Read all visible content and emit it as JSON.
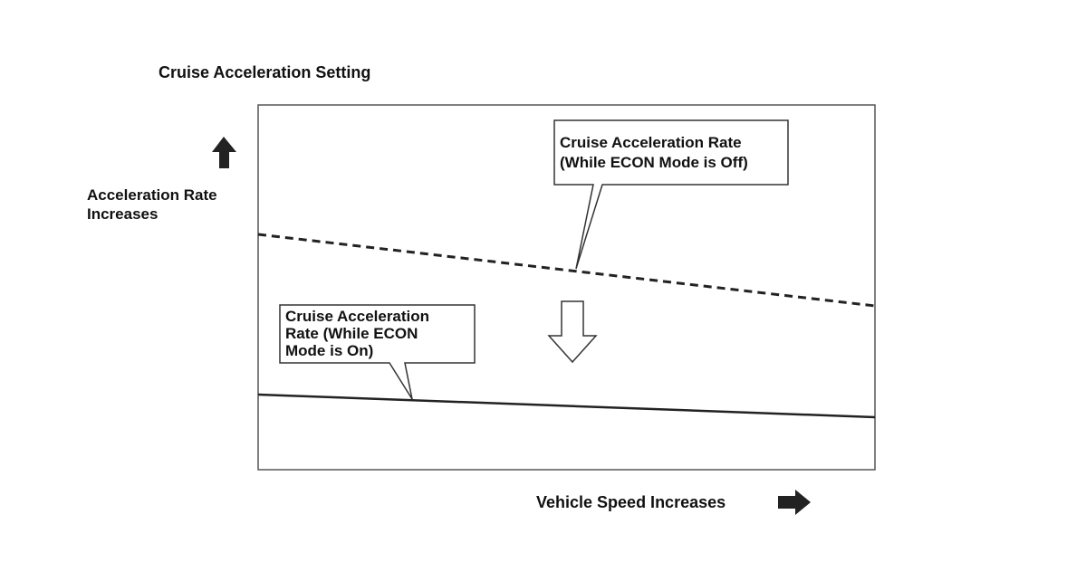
{
  "title": "Cruise Acceleration Setting",
  "y_axis_label": [
    "Acceleration Rate",
    "Increases"
  ],
  "x_axis_label": "Vehicle Speed Increases",
  "callouts": {
    "econ_off": [
      "Cruise Acceleration Rate",
      "(While ECON Mode is Off)"
    ],
    "econ_on": [
      "Cruise Acceleration",
      "Rate (While ECON",
      "Mode is On)"
    ]
  },
  "colors": {
    "ink": "#111111",
    "frame": "#555555",
    "background": "#ffffff"
  },
  "icons": {
    "y_arrow": "arrow-up-icon",
    "x_arrow": "arrow-right-icon",
    "reduction_arrow": "hollow-arrow-down-icon"
  }
}
